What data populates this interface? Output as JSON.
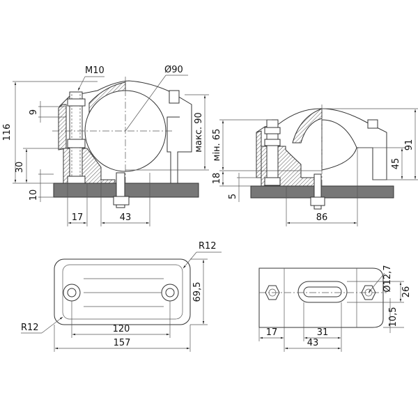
{
  "front_view": {
    "thread": "M10",
    "pipe_diameter": "Ø90",
    "dims": {
      "nut_height": "9",
      "overall_height": "116",
      "base_height": "30",
      "plate_thickness": "10",
      "bolt_offset": "17",
      "center_to_bolt": "43",
      "max_height": "макс. 90"
    }
  },
  "side_view": {
    "dims": {
      "min_height": "мін. 65",
      "base_height": "18",
      "plate_thickness": "5",
      "width": "86",
      "bracket_height": "45",
      "overall_height": "91"
    }
  },
  "top_view": {
    "dims": {
      "corner_radius_top": "R12",
      "corner_radius_bottom": "R12",
      "depth": "69,5",
      "hole_spacing": "120",
      "overall_length": "157"
    }
  },
  "base_view": {
    "dims": {
      "hole_diameter": "Ø12,7",
      "slot_width": "26",
      "edge_offset": "10,5",
      "hole_offset": "17",
      "slot_length": "31",
      "slot_offset": "43"
    }
  }
}
